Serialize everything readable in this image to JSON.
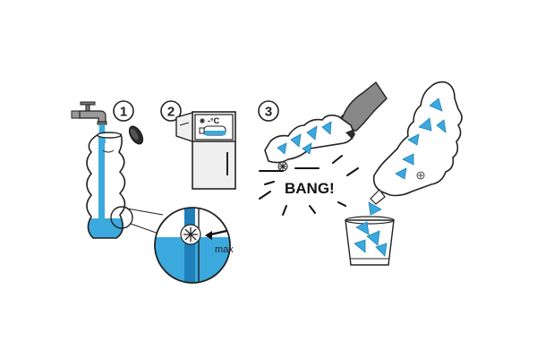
{
  "steps": [
    {
      "number": "1"
    },
    {
      "number": "2"
    },
    {
      "number": "3"
    }
  ],
  "labels": {
    "max": "max",
    "temp_unit": "-°C",
    "bang": "BANG!"
  },
  "colors": {
    "water": "#3ba9dd",
    "water_dark": "#1f7fb8",
    "outline": "#222222",
    "appliance": "#efefef"
  },
  "icons": [
    "tap-icon",
    "bottle-cap-icon",
    "refrigerator-icon",
    "snowflake-icon",
    "hand-icon",
    "glass-icon"
  ]
}
